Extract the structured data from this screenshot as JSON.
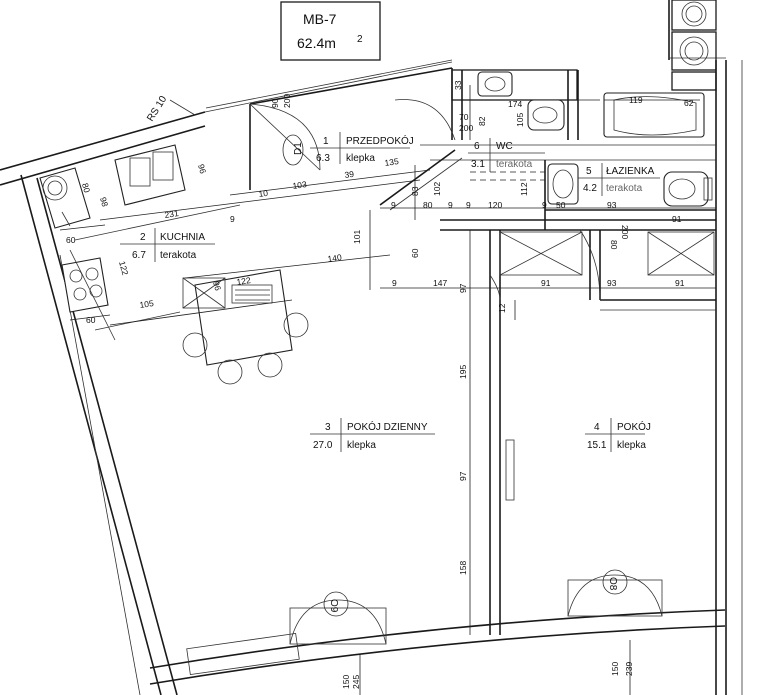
{
  "unit": {
    "code": "MB-7",
    "area": "62.4m",
    "area_sup": "2"
  },
  "rooms": [
    {
      "number": "1",
      "name": "PRZEDPOKÓJ",
      "area": "6.3",
      "floor": "klepka"
    },
    {
      "number": "2",
      "name": "KUCHNIA",
      "area": "6.7",
      "floor": "terakota"
    },
    {
      "number": "3",
      "name": "POKÓJ DZIENNY",
      "area": "27.0",
      "floor": "klepka"
    },
    {
      "number": "4",
      "name": "POKÓJ",
      "area": "15.1",
      "floor": "klepka"
    },
    {
      "number": "5",
      "name": "ŁAZIENKA",
      "area": "4.2",
      "floor": "terakota"
    },
    {
      "number": "6",
      "name": "WC",
      "area": "3.1",
      "floor": "terakota"
    }
  ],
  "tags": {
    "rs": "RS 10",
    "d1": "D1",
    "okno_left": "O9",
    "okno_right": "O8"
  },
  "dimensions": {
    "d_90": "90",
    "d_200_entry": "200",
    "d_33": "33",
    "d_174": "174",
    "d_70": "70",
    "d_200_wc": "200",
    "d_82": "82",
    "d_105_wc": "105",
    "d_119": "119",
    "d_62": "62",
    "d_135": "135",
    "d_39": "39",
    "d_103": "103",
    "d_10": "10",
    "d_98": "98",
    "d_96a": "96",
    "d_80_kitchen": "80",
    "d_231": "231",
    "d_9a": "9",
    "d_60a": "60",
    "d_122a": "122",
    "d_140": "140",
    "d_101": "101",
    "d_122b": "122",
    "d_96b": "96",
    "d_105_kitchen": "105",
    "d_60b": "60",
    "d_9b": "9",
    "d_80b": "80",
    "d_9c": "9",
    "d_83": "83",
    "d_102": "102",
    "d_9d": "9",
    "d_120": "120",
    "d_112": "112",
    "d_9e": "9",
    "d_50": "50",
    "d_93a": "93",
    "d_91a": "91",
    "d_60c": "60",
    "d_80c": "80",
    "d_200_bath": "200",
    "d_9f": "9",
    "d_147": "147",
    "d_97a": "97",
    "d_12": "12",
    "d_91b": "91",
    "d_93b": "93",
    "d_91c": "91",
    "d_195": "195",
    "d_97b": "97",
    "d_158": "158",
    "d_150a": "150",
    "d_245": "245",
    "d_150b": "150",
    "d_239": "239"
  }
}
